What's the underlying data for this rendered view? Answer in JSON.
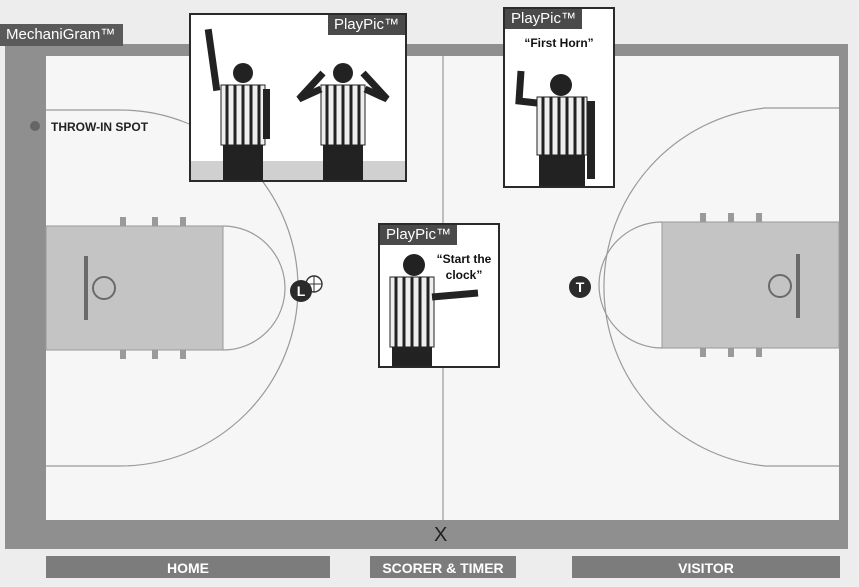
{
  "title": "MechaniGram™",
  "court": {
    "throw_in_label": "THROW-IN SPOT",
    "lead_marker": "L",
    "trail_marker": "T",
    "table_marker": "X"
  },
  "playpics": [
    {
      "label": "PlayPic™",
      "caption": ""
    },
    {
      "label": "PlayPic™",
      "caption": "“First Horn”"
    },
    {
      "label": "PlayPic™",
      "caption": "“Start the clock”"
    }
  ],
  "bottom_bars": {
    "home": "HOME",
    "scorer": "SCORER & TIMER",
    "visitor": "VISITOR"
  },
  "colors": {
    "court_border": "#8f8f8f",
    "court_floor": "#f6f6f6",
    "lane": "#c4c4c4",
    "label_bg": "#4a4a4a"
  }
}
